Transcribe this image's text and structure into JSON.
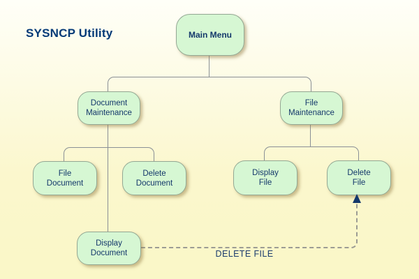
{
  "page_title": "SYSNCP Utility",
  "nodes": {
    "main_menu": {
      "label": "Main Menu"
    },
    "document_maintenance": {
      "label": "Document\nMaintenance"
    },
    "file_maintenance": {
      "label": "File\nMaintenance"
    },
    "file_document": {
      "label": "File\nDocument"
    },
    "delete_document": {
      "label": "Delete\nDocument"
    },
    "display_document": {
      "label": "Display\nDocument"
    },
    "display_file": {
      "label": "Display\nFile"
    },
    "delete_file": {
      "label": "Delete\nFile"
    }
  },
  "connector_label": "DELETE FILE",
  "colors": {
    "background_top": "#fffff8",
    "background_bottom": "#faf7c7",
    "node_fill": "#d6f7d3",
    "node_border": "#94a894",
    "text_navy": "#14386b",
    "title_navy": "#043a77",
    "connector_gray": "#8a9096",
    "dashed_gray": "#9c9c94"
  }
}
